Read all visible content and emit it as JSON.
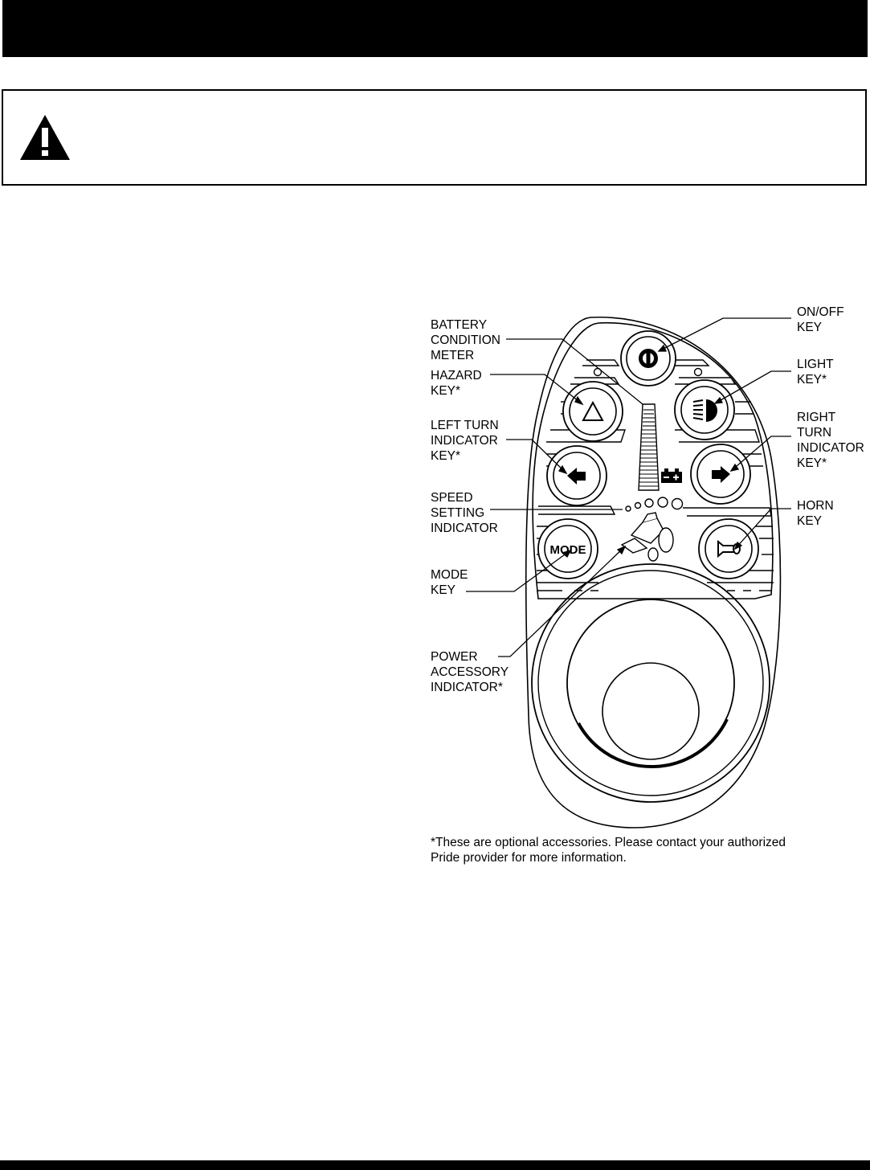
{
  "labels": {
    "battery": "BATTERY\nCONDITION\nMETER",
    "hazard": "HAZARD\nKEY*",
    "left_turn": "LEFT TURN\nINDICATOR\nKEY*",
    "speed": "SPEED\nSETTING\nINDICATOR",
    "mode": "MODE\nKEY",
    "power_accessory": "POWER\nACCESSORY\nINDICATOR*",
    "on_off": "ON/OFF\nKEY",
    "light": "LIGHT\nKEY*",
    "right_turn": "RIGHT\nTURN\nINDICATOR\nKEY*",
    "horn": "HORN\nKEY"
  },
  "mode_button_text": "MODE",
  "footnote": "*These are optional accessories. Please contact your authorized\nPride provider for more information.",
  "icons": {
    "warning": "warning-triangle-icon",
    "power": "power-icon",
    "hazard": "hazard-triangle-icon",
    "light": "headlight-icon",
    "left": "arrow-left-icon",
    "right": "arrow-right-icon",
    "horn": "horn-icon",
    "battery": "battery-icon",
    "accessory": "power-accessory-icon"
  },
  "colors": {
    "ink": "#000000",
    "paper": "#ffffff"
  }
}
